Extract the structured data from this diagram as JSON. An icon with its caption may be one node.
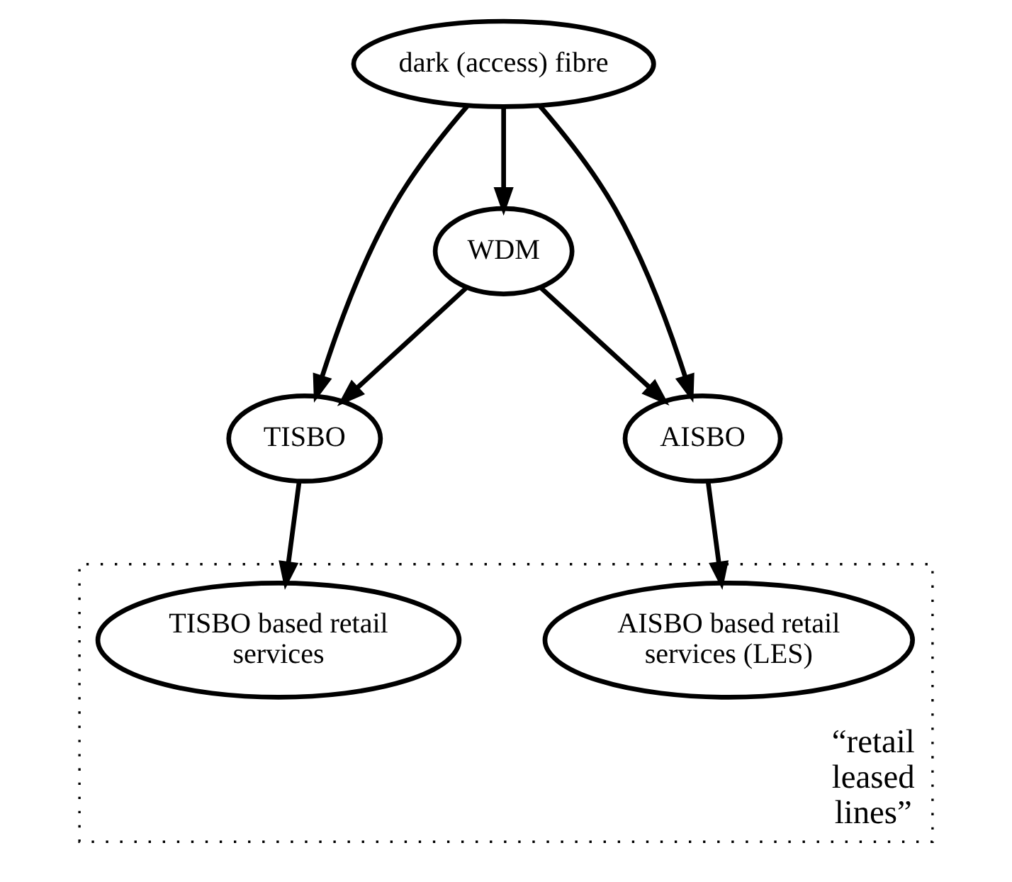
{
  "diagram": {
    "nodes": [
      {
        "text": [
          "dark (access) fibre"
        ]
      },
      {
        "text": [
          "WDM"
        ]
      },
      {
        "text": [
          "TISBO"
        ]
      },
      {
        "text": [
          "AISBO"
        ]
      },
      {
        "text": [],
        "shape": "box",
        "beside": [
          "“retail leased lines”"
        ]
      },
      {
        "text": [
          "TISBO based retail services"
        ],
        "in": 4
      },
      {
        "text": [
          "AISBO based retail services (LES)"
        ],
        "in": 4
      }
    ],
    "edges": [
      {
        "from": 0,
        "to": 1,
        "arrow": "to"
      },
      {
        "from": 0,
        "to": 2,
        "arrow": "to"
      },
      {
        "from": 0,
        "to": 3,
        "arrow": "to"
      },
      {
        "from": 1,
        "to": 2,
        "arrow": "to"
      },
      {
        "from": 1,
        "to": 3,
        "arrow": "to"
      },
      {
        "from": 2,
        "to": 5,
        "arrow": "to"
      },
      {
        "from": 3,
        "to": 6,
        "arrow": "to"
      }
    ]
  }
}
